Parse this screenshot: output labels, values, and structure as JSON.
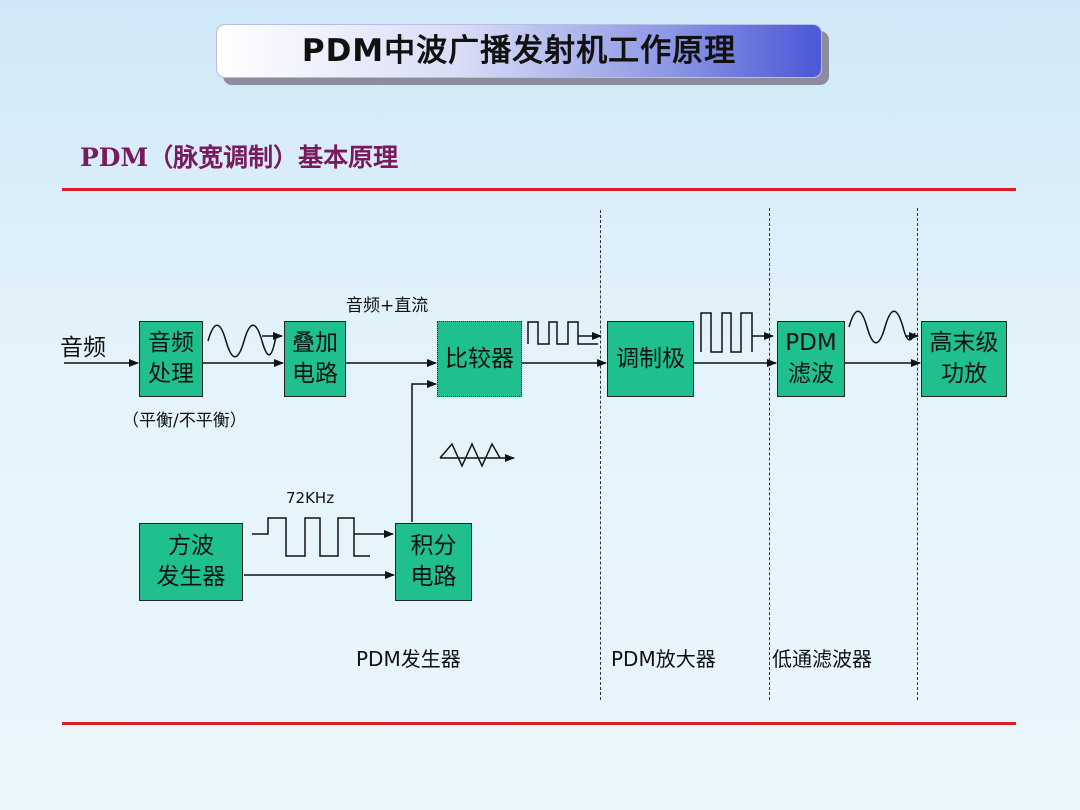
{
  "title": "PDM中波广播发射机工作原理",
  "subtitle": "PDM（脉宽调制）基本原理",
  "input_label": "音频",
  "signal_label": "音频+直流",
  "balance_label": "（平衡/不平衡）",
  "freq_label": "72KHz",
  "blocks": {
    "audio_proc": {
      "line1": "音频",
      "line2": "处理"
    },
    "adder": {
      "line1": "叠加",
      "line2": "电路"
    },
    "comparator": {
      "line1": "比较器"
    },
    "modulator": {
      "line1": "调制极"
    },
    "pdm_filter": {
      "line1": "PDM",
      "line2": "滤波"
    },
    "final_amp": {
      "line1": "高末级",
      "line2": "功放"
    },
    "square_gen": {
      "line1": "方波",
      "line2": "发生器"
    },
    "integrator": {
      "line1": "积分",
      "line2": "电路"
    }
  },
  "sections": {
    "generator": "PDM发生器",
    "amplifier": "PDM放大器",
    "lowpass": "低通滤波器"
  },
  "colors": {
    "block": "#1fbf8e",
    "rule": "#d81e24",
    "subtitle": "#7a1a5e"
  }
}
